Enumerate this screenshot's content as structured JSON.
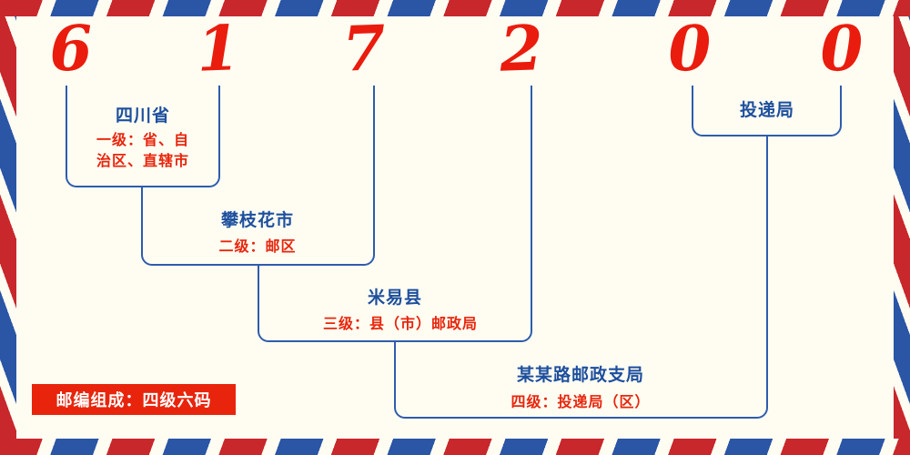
{
  "postal_code": {
    "digits": [
      "6",
      "1",
      "7",
      "2",
      "0",
      "0"
    ]
  },
  "levels": [
    {
      "name": "四川省",
      "desc": "一级：省、自治区、直辖市"
    },
    {
      "name": "攀枝花市",
      "desc": "二级：邮区"
    },
    {
      "name": "米易县",
      "desc": "三级：县（市）邮政局"
    },
    {
      "name": "某某路邮政支局",
      "desc": "四级：投递局（区）"
    },
    {
      "name": "投递局",
      "desc": ""
    }
  ],
  "footer": {
    "label": "邮编组成：四级六码"
  },
  "colors": {
    "digit_red": "#ea1c0d",
    "line_blue": "#2e5cad",
    "label_blue": "#1d4f9e",
    "text_red": "#e8250c",
    "banner_red": "#e8250c",
    "stripe_red": "#c8272b",
    "stripe_blue": "#2b55a5",
    "background": "#fffdf2"
  }
}
